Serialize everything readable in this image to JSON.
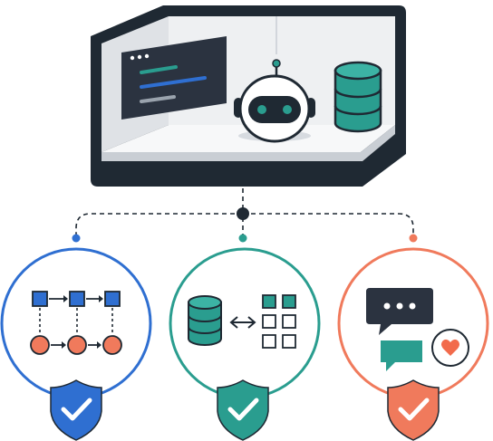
{
  "colors": {
    "outline": "#1f2933",
    "blue": "#2f6fd1",
    "teal": "#2a9d8f",
    "coral": "#f07a5c",
    "coral_accent": "#f26b4c",
    "dark_screen": "#2b3340",
    "db": "#2a9d8f",
    "white": "#ffffff",
    "gray_bg": "#e8eaed"
  },
  "scene": {
    "top_box": {
      "icons": [
        "code-window-icon",
        "robot-icon",
        "database-icon"
      ]
    },
    "connector": {
      "style": "dashed"
    },
    "panels": [
      {
        "id": "workflow",
        "accent": "#2f6fd1",
        "icons": [
          "flowchart-icon",
          "shield-check-icon"
        ]
      },
      {
        "id": "data-sync",
        "accent": "#2a9d8f",
        "icons": [
          "database-icon",
          "bidirectional-arrow-icon",
          "grid-icon",
          "shield-check-icon"
        ]
      },
      {
        "id": "support",
        "accent": "#f07a5c",
        "icons": [
          "chat-bubble-icon",
          "message-icon",
          "heart-icon",
          "shield-check-icon"
        ]
      }
    ]
  }
}
